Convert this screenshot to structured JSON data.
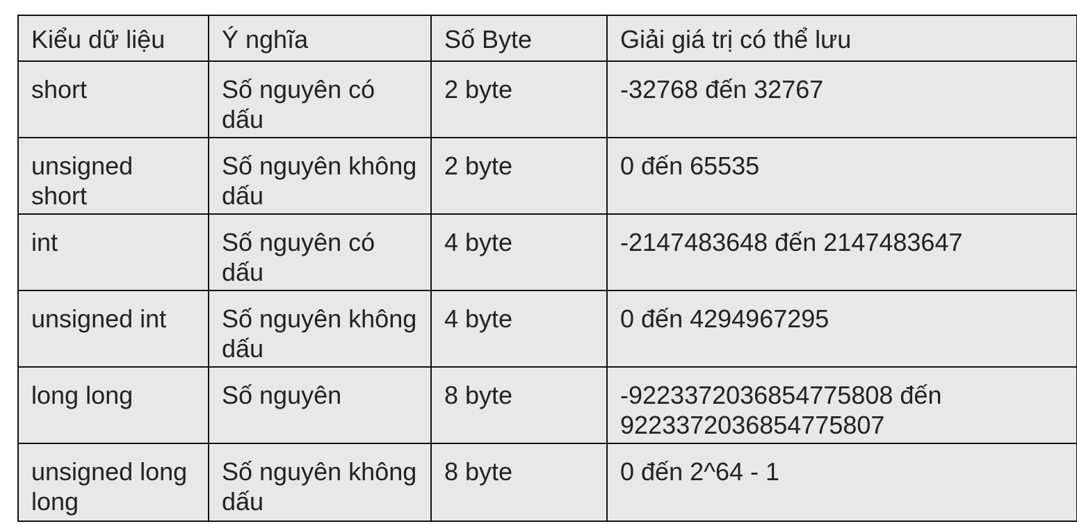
{
  "table": {
    "headers": [
      "Kiểu dữ liệu",
      "Ý nghĩa",
      "Số Byte",
      "Giải giá trị có thể lưu"
    ],
    "rows": [
      [
        "short",
        "Số nguyên có dấu",
        "2 byte",
        "-32768 đến 32767"
      ],
      [
        "unsigned short",
        "Số nguyên không dấu",
        "2 byte",
        "0 đến 65535"
      ],
      [
        "int",
        "Số nguyên có dấu",
        "4 byte",
        "-2147483648  đến 2147483647"
      ],
      [
        "unsigned int",
        "Số nguyên không dấu",
        "4 byte",
        "0 đến 4294967295"
      ],
      [
        "long long",
        "Số nguyên",
        "8 byte",
        "-9223372036854775808 đến 9223372036854775807"
      ],
      [
        "unsigned long long",
        "Số nguyên không dấu",
        "8 byte",
        "0 đến 2^64 - 1"
      ]
    ]
  }
}
